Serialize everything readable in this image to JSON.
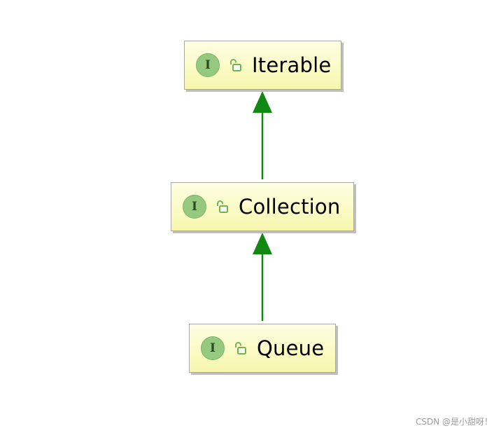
{
  "diagram": {
    "nodes": [
      {
        "id": "iterable",
        "kind": "interface",
        "badge": "I",
        "icon": "unlocked-padlock-icon",
        "label": "Iterable"
      },
      {
        "id": "collection",
        "kind": "interface",
        "badge": "I",
        "icon": "unlocked-padlock-icon",
        "label": "Collection"
      },
      {
        "id": "queue",
        "kind": "interface",
        "badge": "I",
        "icon": "unlocked-padlock-icon",
        "label": "Queue"
      }
    ],
    "edges": [
      {
        "from": "collection",
        "to": "iterable",
        "type": "extends"
      },
      {
        "from": "queue",
        "to": "collection",
        "type": "extends"
      }
    ],
    "colors": {
      "edge": "#118811",
      "node_fill": "#fbfbc6",
      "node_border": "#a9a9a9",
      "badge": "#94c97f",
      "lock": "#6fb552"
    }
  },
  "watermark": "CSDN @是小甜呀！"
}
